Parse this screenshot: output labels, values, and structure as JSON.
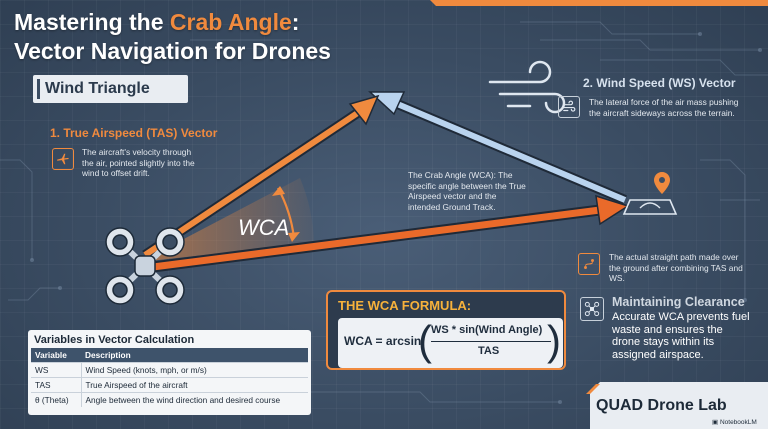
{
  "title": {
    "line1_pre": "Mastering the ",
    "line1_accent": "Crab Angle",
    "line1_post": ":",
    "line2": "Vector Navigation for Drones"
  },
  "wind_triangle_label": "Wind Triangle",
  "tas_vector": {
    "title": "1. True Airspeed (TAS) Vector",
    "description": "The aircraft's velocity through the air, pointed slightly into the wind to offset drift.",
    "icon": "airplane-icon"
  },
  "ws_vector": {
    "title": "2. Wind Speed (WS) Vector",
    "description": "The lateral force of the air mass pushing the aircraft sideways across the terrain.",
    "icon": "wind-icon"
  },
  "crab_angle_note": "The Crab Angle (WCA): The specific angle between the True Airspeed vector and the intended Ground Track.",
  "wca_label": "WCA",
  "ground_track_note": "The actual straight path made over the ground after combining TAS and WS.",
  "formula": {
    "title": "THE WCA FORMULA:",
    "lhs": "WCA = arcsin",
    "numerator": "WS * sin(Wind Angle)",
    "denominator": "TAS"
  },
  "maintaining": {
    "title": "Maintaining Clearance",
    "description": "Accurate WCA prevents fuel waste and ensures the drone stays within its assigned airspace."
  },
  "variables": {
    "title": "Variables in Vector Calculation",
    "headers": [
      "Variable",
      "Description"
    ],
    "rows": [
      [
        "WS",
        "Wind Speed (knots, mph, or m/s)"
      ],
      [
        "TAS",
        "True Airspeed of the aircraft"
      ],
      [
        "θ (Theta)",
        "Angle between the wind direction and desired course"
      ]
    ]
  },
  "brand": {
    "bold": "QUAD",
    "rest": " Drone Lab"
  },
  "notebook": "NotebookLM",
  "colors": {
    "orange": "#f08a3e",
    "light_blue": "#b9d3ee",
    "background": "#3b4d63"
  }
}
